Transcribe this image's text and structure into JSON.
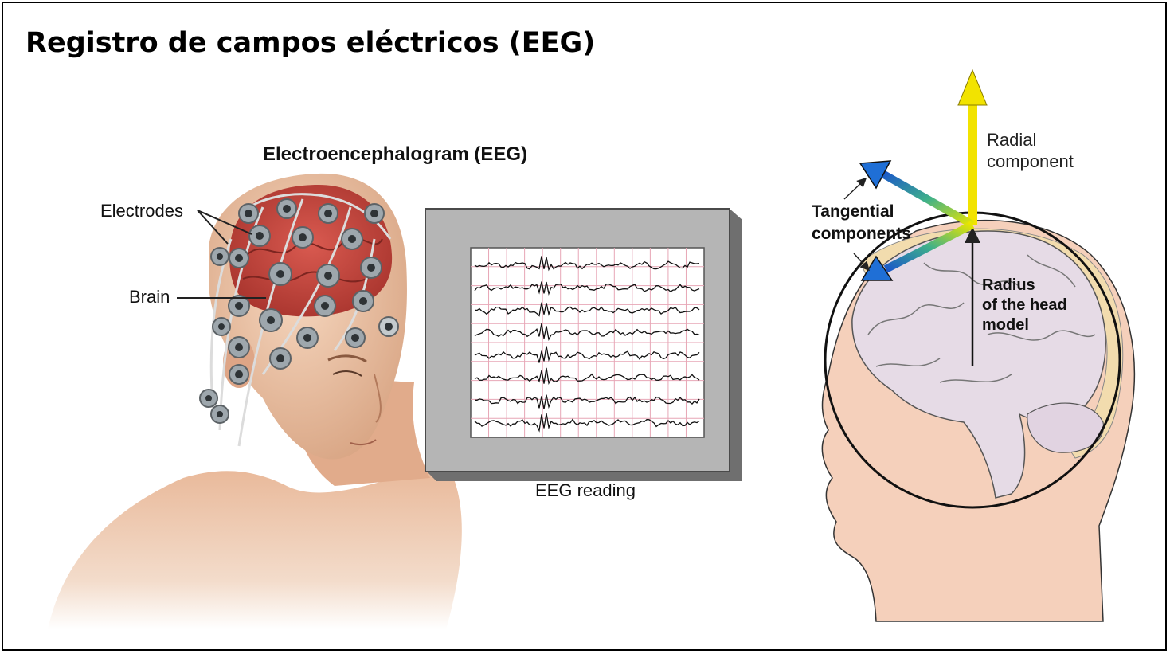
{
  "slide": {
    "title": "Registro de campos eléctricos (EEG)"
  },
  "eeg_figure": {
    "title": "Electroencephalogram (EEG)",
    "labels": {
      "electrodes": "Electrodes",
      "brain": "Brain",
      "reading": "EEG reading"
    },
    "trace_count": 8,
    "colors": {
      "skin": "#f1c9ab",
      "brain": "#c9483f",
      "electrode": "#9ea7ad",
      "monitor_frame": "#b5b5b5",
      "grid": "#e7a6b6"
    }
  },
  "head_model_figure": {
    "labels": {
      "radial_line1": "Radial",
      "radial_line2": "component",
      "tangential_line1": "Tangential",
      "tangential_line2": "components",
      "radius_line1": "Radius",
      "radius_line2": "of the head",
      "radius_line3": "model"
    },
    "colors": {
      "radial_arrow": "#f2e300",
      "tangential_arrow": "#1f6fd6",
      "skin": "#f5d0bb",
      "skull": "#f2dcae",
      "brain": "#e6dbe6"
    }
  }
}
